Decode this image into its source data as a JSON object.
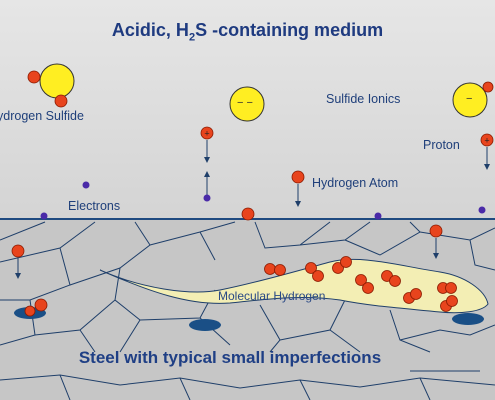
{
  "title_main": "Acidic, H",
  "title_sub": "2",
  "title_rest": "S -containing medium",
  "labels": {
    "hydrogen_sulfide": "Hydrogen Sulfide",
    "sulfide_ionics": "Sulfide Ionics",
    "proton": "Proton",
    "hydrogen_atom": "Hydrogen Atom",
    "electrons": "Electrons",
    "molecular_hydrogen": "Molecular Hydrogen",
    "steel": "Steel with typical small imperfections"
  },
  "ion_signs": {
    "sulfide_left": "− −",
    "sulfide_right": "−"
  },
  "colors": {
    "title": "#1f3b80",
    "steel_fill": "#c9c9c9",
    "crack_fill": "#f3eeb4",
    "hydrogen": "#e8441d",
    "sulfur": "#ffee22",
    "electron": "#4a2aa8",
    "inclusion": "#1a4f86"
  }
}
